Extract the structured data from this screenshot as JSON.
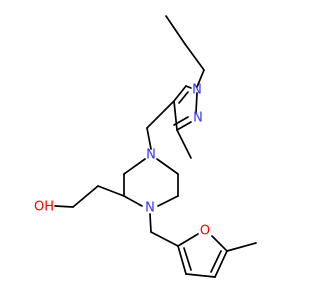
{
  "colors": {
    "carbon_bond": "#000000",
    "nitrogen": "#3333FF",
    "oxygen": "#FF0000",
    "background": "#FFFFFF"
  },
  "atoms": {
    "pyrazole_n1": "N",
    "pyrazole_n2": "N",
    "piperazine_n4": "N",
    "piperazine_n1": "N",
    "hydroxyl": "OH",
    "furan_o": "O"
  }
}
